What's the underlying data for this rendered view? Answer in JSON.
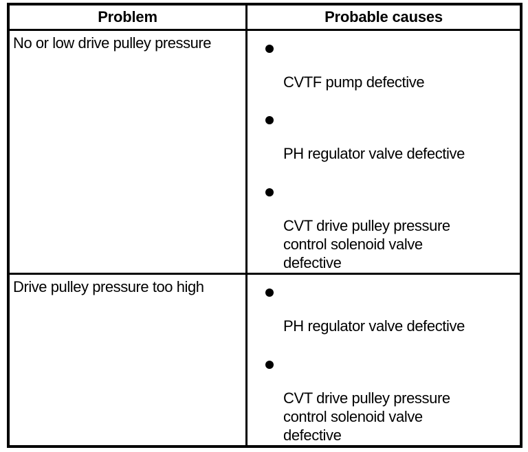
{
  "table": {
    "headers": {
      "problem": "Problem",
      "causes": "Probable causes"
    },
    "rows": [
      {
        "problem": "No or low drive pulley pressure",
        "causes": [
          {
            "bullet": "●",
            "lines": [
              "CVTF pump defective"
            ]
          },
          {
            "bullet": "●",
            "lines": [
              "PH regulator valve defective"
            ]
          },
          {
            "bullet": "●",
            "lines": [
              "CVT drive pulley pressure",
              "control solenoid valve",
              "defective"
            ]
          }
        ]
      },
      {
        "problem": "Drive pulley pressure too high",
        "causes": [
          {
            "bullet": "●",
            "lines": [
              "PH regulator valve defective"
            ]
          },
          {
            "bullet": "●",
            "lines": [
              "CVT drive pulley pressure",
              "control solenoid valve",
              "defective"
            ]
          }
        ]
      }
    ]
  },
  "colors": {
    "border": "#000000",
    "text": "#000000",
    "background": "#ffffff"
  }
}
